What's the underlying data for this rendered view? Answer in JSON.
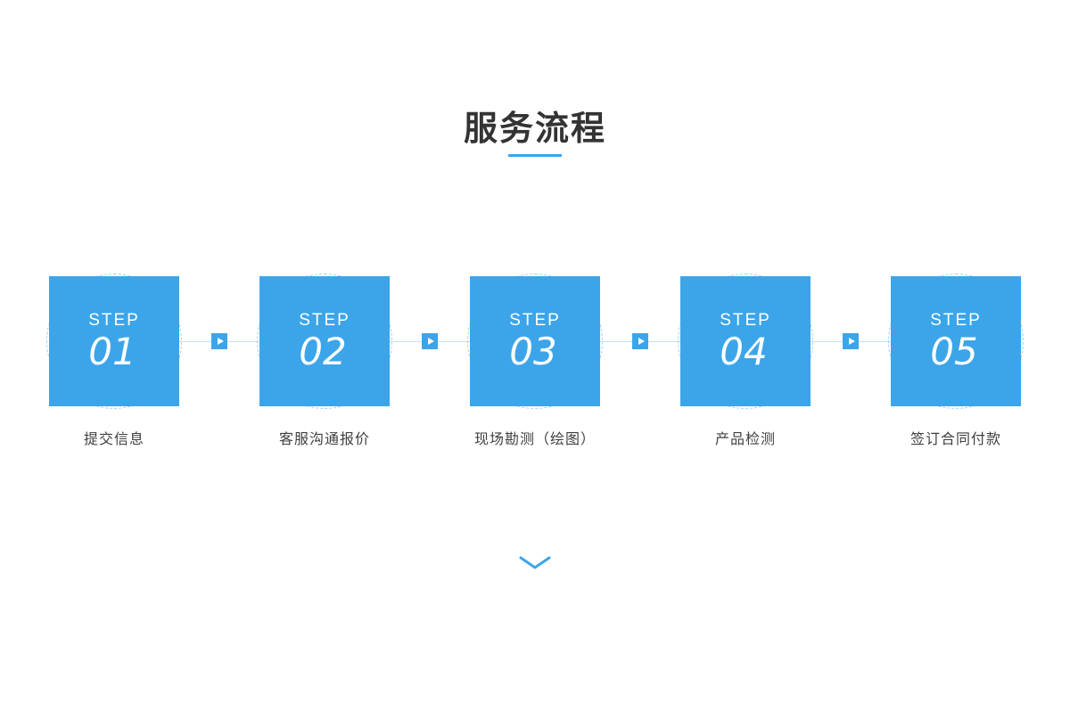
{
  "header": {
    "title": "服务流程"
  },
  "process": {
    "steps": [
      {
        "label": "STEP",
        "number": "01",
        "caption": "提交信息"
      },
      {
        "label": "STEP",
        "number": "02",
        "caption": "客服沟通报价"
      },
      {
        "label": "STEP",
        "number": "03",
        "caption": "现场勘测（绘图）"
      },
      {
        "label": "STEP",
        "number": "04",
        "caption": "产品检测"
      },
      {
        "label": "STEP",
        "number": "05",
        "caption": "签订合同付款"
      }
    ],
    "arrow_icon": "arrow-right",
    "colors": {
      "primary": "#3CA5E9",
      "dashed_circle": "#9ED1F2",
      "connector_line": "#BFE2F6",
      "caption_text": "#404040",
      "title_text": "#333333"
    }
  },
  "footer": {
    "chevron_icon": "chevron-down"
  }
}
